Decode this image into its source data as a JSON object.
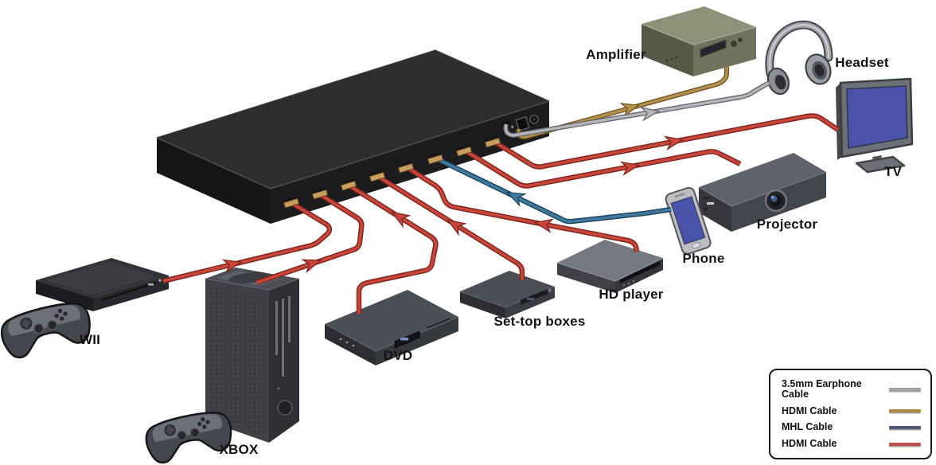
{
  "diagram_type": "hdmi-switch-connection-diagram",
  "switch": {
    "ports": 8
  },
  "devices": [
    {
      "id": "amplifier",
      "label": "Amplifier",
      "role": "output"
    },
    {
      "id": "headset",
      "label": "Headset",
      "role": "output"
    },
    {
      "id": "tv",
      "label": "TV",
      "role": "output"
    },
    {
      "id": "projector",
      "label": "Projector",
      "role": "output"
    },
    {
      "id": "phone",
      "label": "Phone",
      "role": "input"
    },
    {
      "id": "hd-player",
      "label": "HD player",
      "role": "input"
    },
    {
      "id": "set-top",
      "label": "Set-top boxes",
      "role": "input"
    },
    {
      "id": "dvd",
      "label": "DVD",
      "role": "input"
    },
    {
      "id": "wii",
      "label": "WII",
      "role": "input"
    },
    {
      "id": "xbox",
      "label": "XBOX",
      "role": "input"
    }
  ],
  "cables": [
    {
      "from": "WII",
      "to": "switch",
      "type": "HDMI Cable",
      "color": "#c0392f"
    },
    {
      "from": "XBOX",
      "to": "switch",
      "type": "HDMI Cable",
      "color": "#c0392f"
    },
    {
      "from": "DVD",
      "to": "switch",
      "type": "HDMI Cable",
      "color": "#c0392f"
    },
    {
      "from": "Set-top boxes",
      "to": "switch",
      "type": "HDMI Cable",
      "color": "#c0392f"
    },
    {
      "from": "HD player",
      "to": "switch",
      "type": "HDMI Cable",
      "color": "#c0392f"
    },
    {
      "from": "Phone",
      "to": "switch",
      "type": "MHL Cable",
      "color": "#3f7596"
    },
    {
      "from": "switch",
      "to": "TV",
      "type": "HDMI Cable",
      "color": "#c0392f"
    },
    {
      "from": "switch",
      "to": "Projector",
      "type": "HDMI Cable",
      "color": "#c0392f"
    },
    {
      "from": "switch",
      "to": "Amplifier",
      "type": "HDMI Cable",
      "color": "#b3914d"
    },
    {
      "from": "switch",
      "to": "Headset",
      "type": "3.5mm Earphone Cable",
      "color": "#b4b6bc"
    }
  ],
  "legend": {
    "items": [
      {
        "label": "3.5mm Earphone Cable",
        "color": "#a2a4aa"
      },
      {
        "label": "HDMI Cable",
        "color": "#ab8a45"
      },
      {
        "label": "MHL Cable",
        "color": "#4d5878"
      },
      {
        "label": "HDMI Cable",
        "color": "#bf4f48"
      }
    ]
  },
  "colors": {
    "hdmi_red": "#c0392f",
    "hdmi_gold": "#b3914d",
    "mhl_blue": "#3f7596",
    "earphone_gray": "#b4b6bc",
    "port_gold": "#c79d5f"
  }
}
